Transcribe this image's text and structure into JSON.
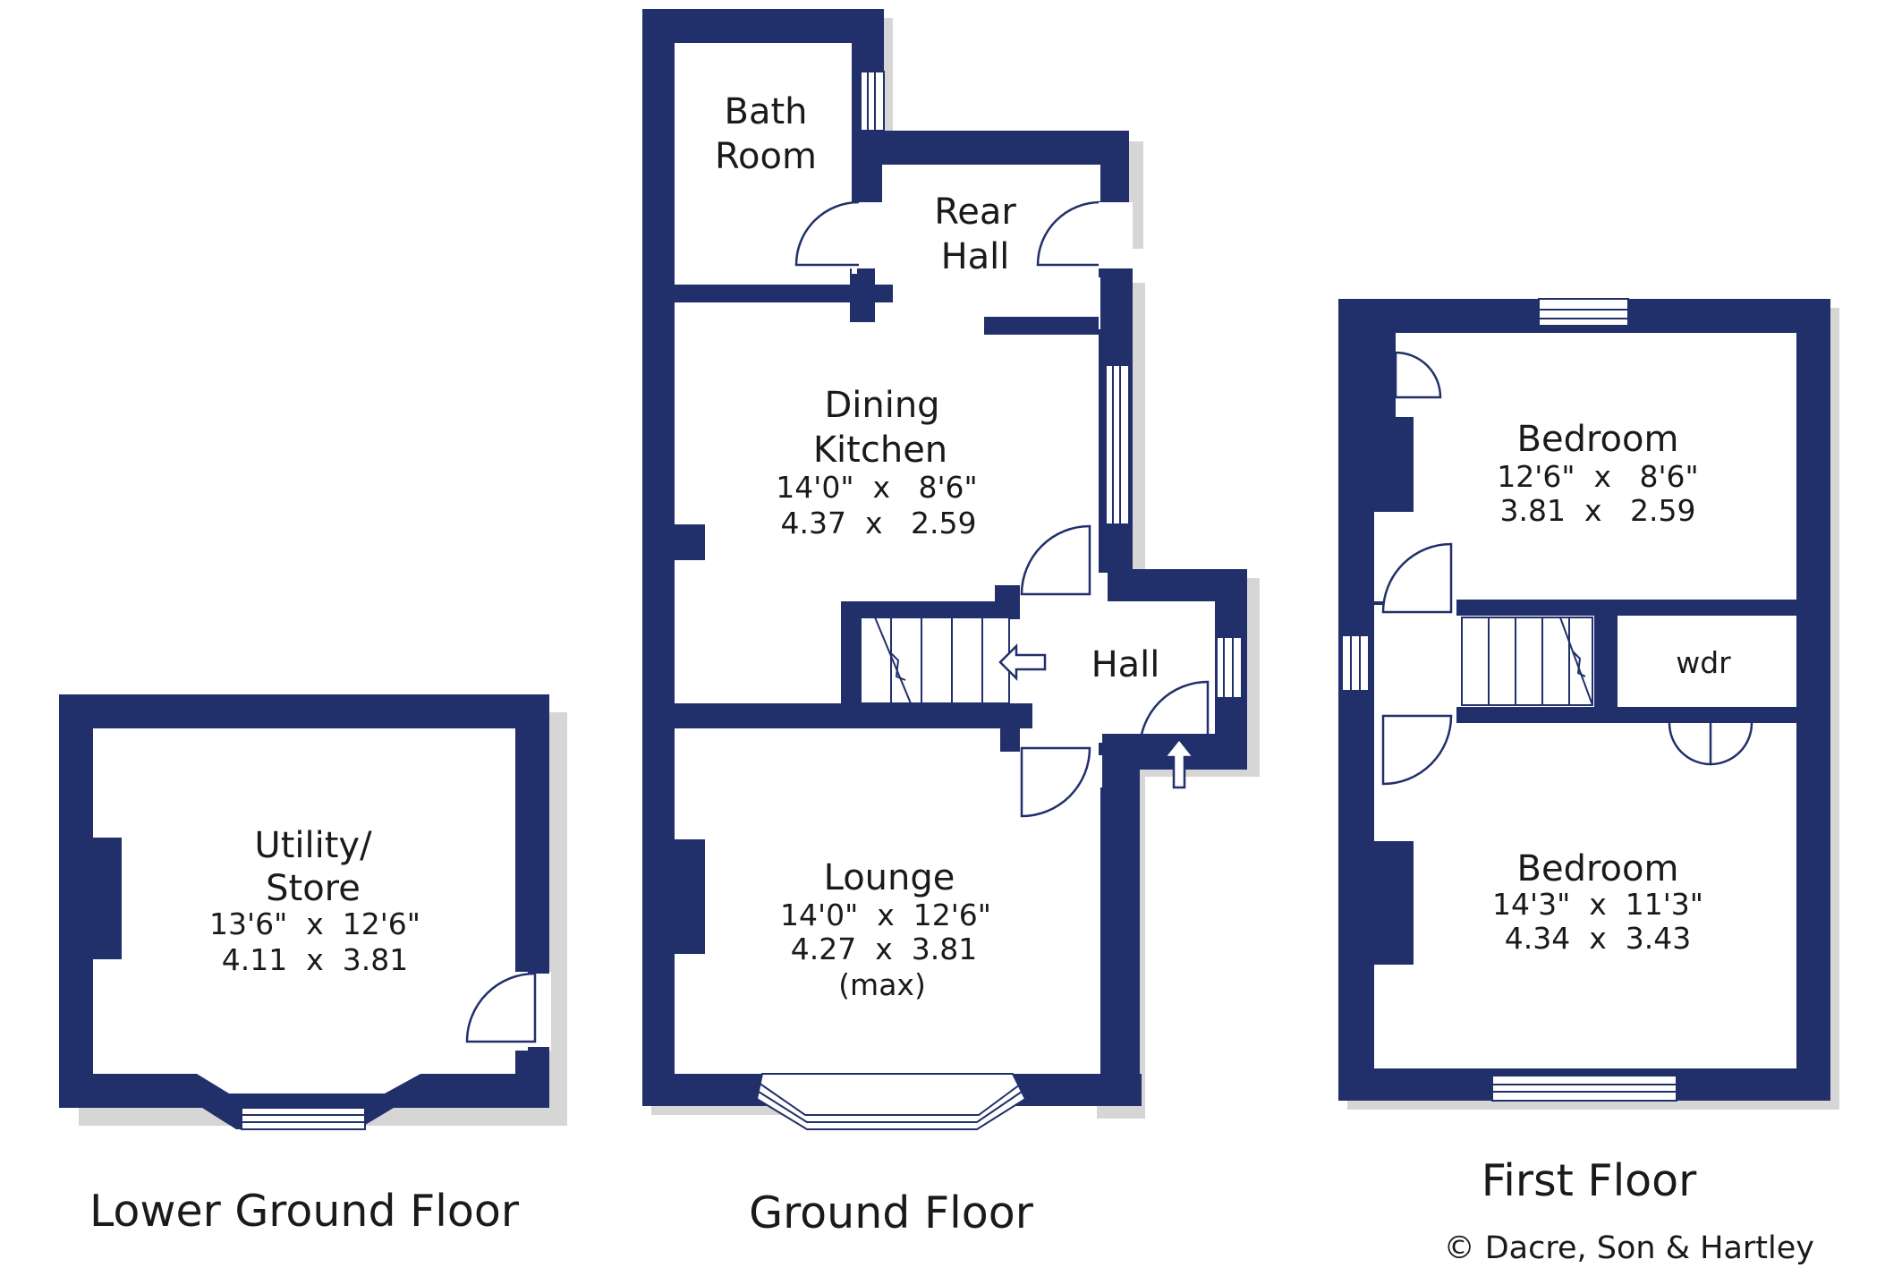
{
  "floors": {
    "lower_ground": {
      "label": "Lower Ground Floor",
      "utility": {
        "name1": "Utility/",
        "name2": "Store",
        "dim_imperial": "13'6\"  x  12'6\"",
        "dim_metric": "4.11  x  3.81"
      }
    },
    "ground": {
      "label": "Ground Floor",
      "bath": {
        "name1": "Bath",
        "name2": "Room"
      },
      "rear_hall": {
        "name1": "Rear",
        "name2": "Hall"
      },
      "dining_kitchen": {
        "name1": "Dining",
        "name2": "Kitchen",
        "dim_imperial": "14'0\"  x   8'6\"",
        "dim_metric": "4.37  x   2.59"
      },
      "hall": {
        "name": "Hall"
      },
      "lounge": {
        "name": "Lounge",
        "dim_imperial": "14'0\"  x  12'6\"",
        "dim_metric": "4.27  x  3.81",
        "note": "(max)"
      }
    },
    "first": {
      "label": "First Floor",
      "bedroom1": {
        "name": "Bedroom",
        "dim_imperial": "12'6\"  x   8'6\"",
        "dim_metric": "3.81  x   2.59"
      },
      "wardrobe": {
        "name": "wdr"
      },
      "bedroom2": {
        "name": "Bedroom",
        "dim_imperial": "14'3\"  x  11'3\"",
        "dim_metric": "4.34  x  3.43"
      }
    }
  },
  "copyright": "© Dacre, Son & Hartley",
  "colors": {
    "wall": "#21306a",
    "background": "#ffffff",
    "shadow": "#d6d6d6"
  }
}
